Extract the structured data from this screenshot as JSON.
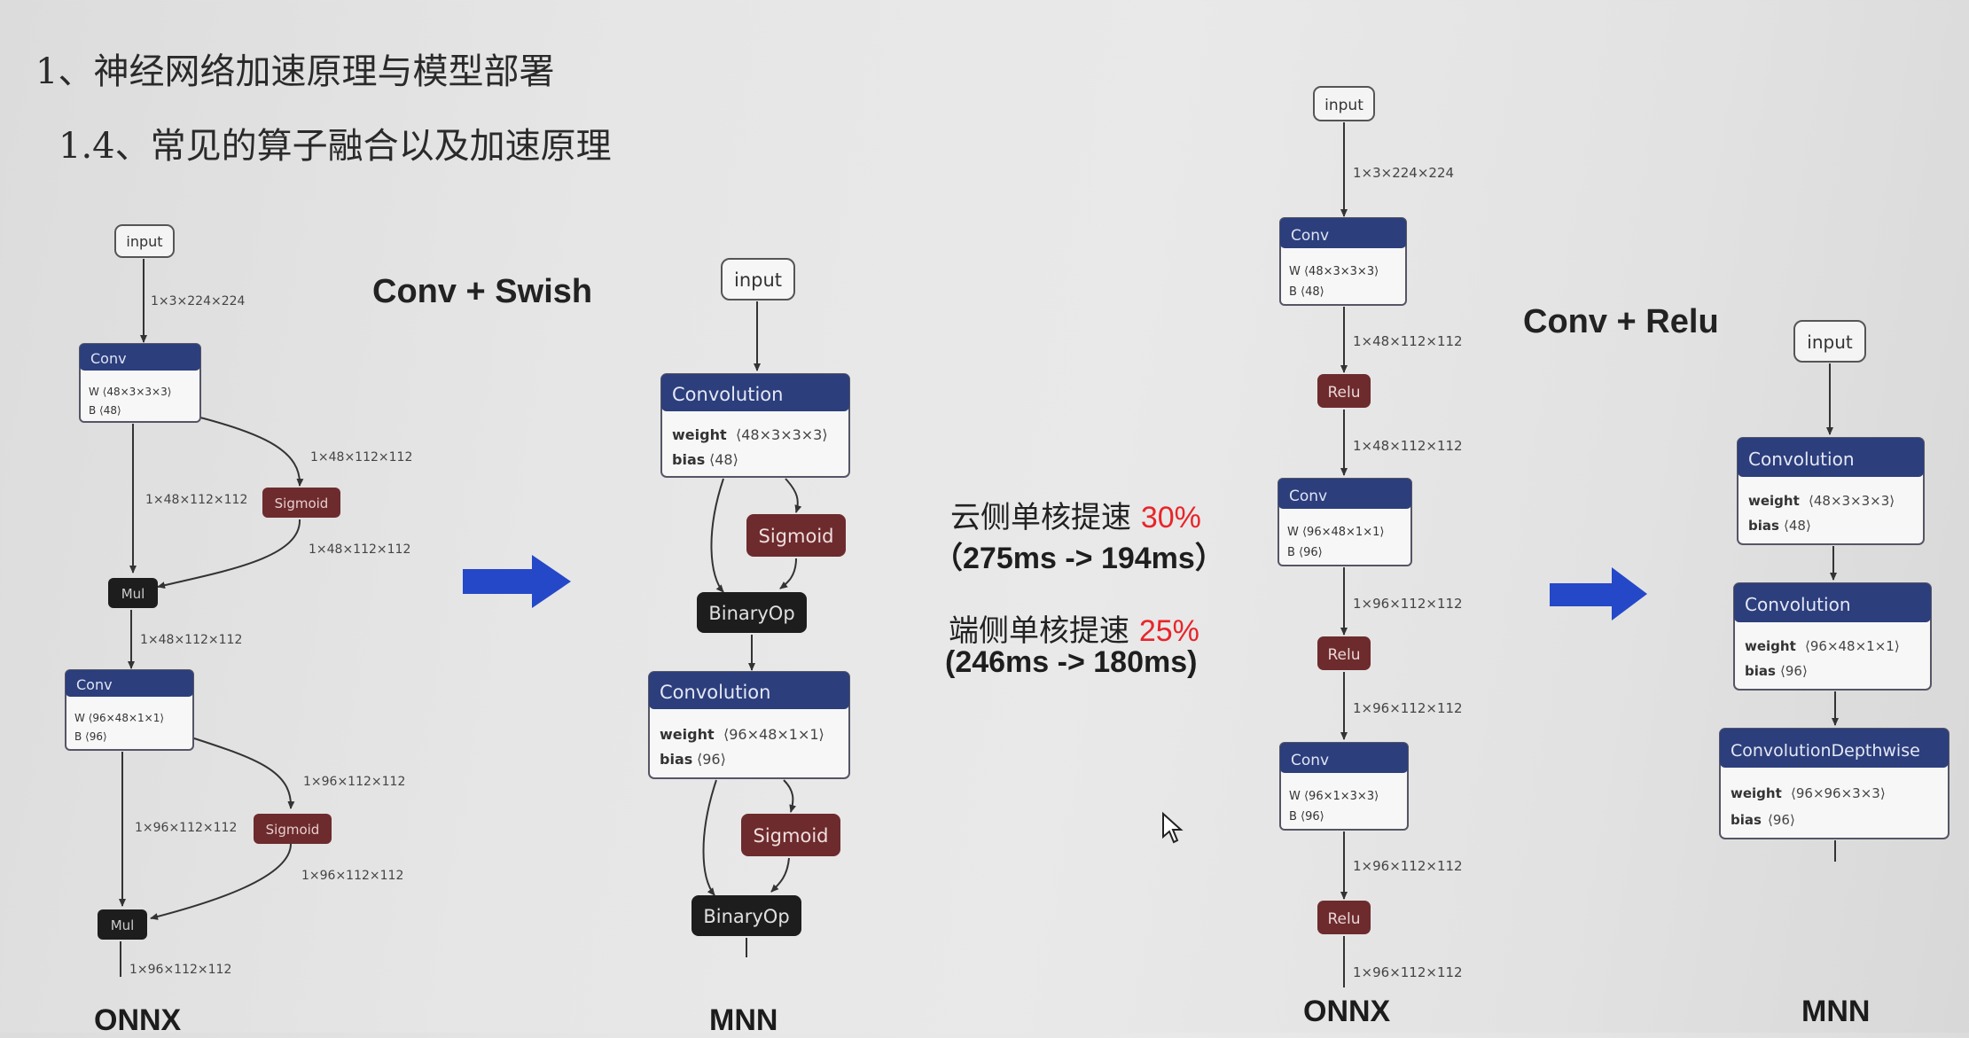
{
  "colors": {
    "conv_header": "#2c3e7c",
    "activation": "#6d2b2d",
    "binary": "#1d1d1d",
    "arrow": "#2448c8",
    "highlight": "#e8252a"
  },
  "headings": {
    "section": "1、神经网络加速原理与模型部署",
    "subsection": "1.4、常见的算子融合以及加速原理"
  },
  "left_onnx": {
    "input": "input",
    "edge_input": "1×3×224×224",
    "conv1": {
      "title": "Conv",
      "w": "W  ⟨48×3×3×3⟩",
      "b": "B  ⟨48⟩"
    },
    "edge_sig_in1": "1×48×112×112",
    "edge_direct1": "1×48×112×112",
    "sigmoid1": "Sigmoid",
    "edge_sig_out1": "1×48×112×112",
    "mul1": "Mul",
    "edge_mul1": "1×48×112×112",
    "conv2": {
      "title": "Conv",
      "w": "W  ⟨96×48×1×1⟩",
      "b": "B  ⟨96⟩"
    },
    "edge_sig_in2": "1×96×112×112",
    "edge_direct2": "1×96×112×112",
    "sigmoid2": "Sigmoid",
    "edge_sig_out2": "1×96×112×112",
    "mul2": "Mul",
    "edge_mul2": "1×96×112×112",
    "caption": "ONNX"
  },
  "swish_title": "Conv + Swish",
  "mnn_swish": {
    "input": "input",
    "conv1": {
      "title": "Convolution",
      "w_label": "weight",
      "w": "⟨48×3×3×3⟩",
      "b_label": "bias",
      "b": "⟨48⟩"
    },
    "sigmoid1": "Sigmoid",
    "binary1": "BinaryOp",
    "conv2": {
      "title": "Convolution",
      "w_label": "weight",
      "w": "⟨96×48×1×1⟩",
      "b_label": "bias",
      "b": "⟨96⟩"
    },
    "sigmoid2": "Sigmoid",
    "binary2": "BinaryOp",
    "caption": "MNN"
  },
  "speedup": {
    "cloud_label": "云侧单核提速",
    "cloud_value": "30%",
    "cloud_times": "（275ms -> 194ms）",
    "edge_label": "端侧单核提速",
    "edge_value": "25%",
    "edge_times": "(246ms -> 180ms)"
  },
  "right_onnx": {
    "input": "input",
    "edge_input": "1×3×224×224",
    "conv1": {
      "title": "Conv",
      "w": "W  ⟨48×3×3×3⟩",
      "b": "B  ⟨48⟩"
    },
    "edge1": "1×48×112×112",
    "relu1": "Relu",
    "edge2": "1×48×112×112",
    "conv2": {
      "title": "Conv",
      "w": "W  ⟨96×48×1×1⟩",
      "b": "B  ⟨96⟩"
    },
    "edge3": "1×96×112×112",
    "relu2": "Relu",
    "edge4": "1×96×112×112",
    "conv3": {
      "title": "Conv",
      "w": "W  ⟨96×1×3×3⟩",
      "b": "B  ⟨96⟩"
    },
    "edge5": "1×96×112×112",
    "relu3": "Relu",
    "edge6": "1×96×112×112",
    "caption": "ONNX"
  },
  "relu_title": "Conv + Relu",
  "mnn_relu": {
    "input": "input",
    "conv1": {
      "title": "Convolution",
      "w_label": "weight",
      "w": "⟨48×3×3×3⟩",
      "b_label": "bias",
      "b": "⟨48⟩"
    },
    "conv2": {
      "title": "Convolution",
      "w_label": "weight",
      "w": "⟨96×48×1×1⟩",
      "b_label": "bias",
      "b": "⟨96⟩"
    },
    "conv3": {
      "title": "ConvolutionDepthwise",
      "w_label": "weight",
      "w": "⟨96×96×3×3⟩",
      "b_label": "bias",
      "b": "⟨96⟩"
    },
    "caption": "MNN"
  }
}
